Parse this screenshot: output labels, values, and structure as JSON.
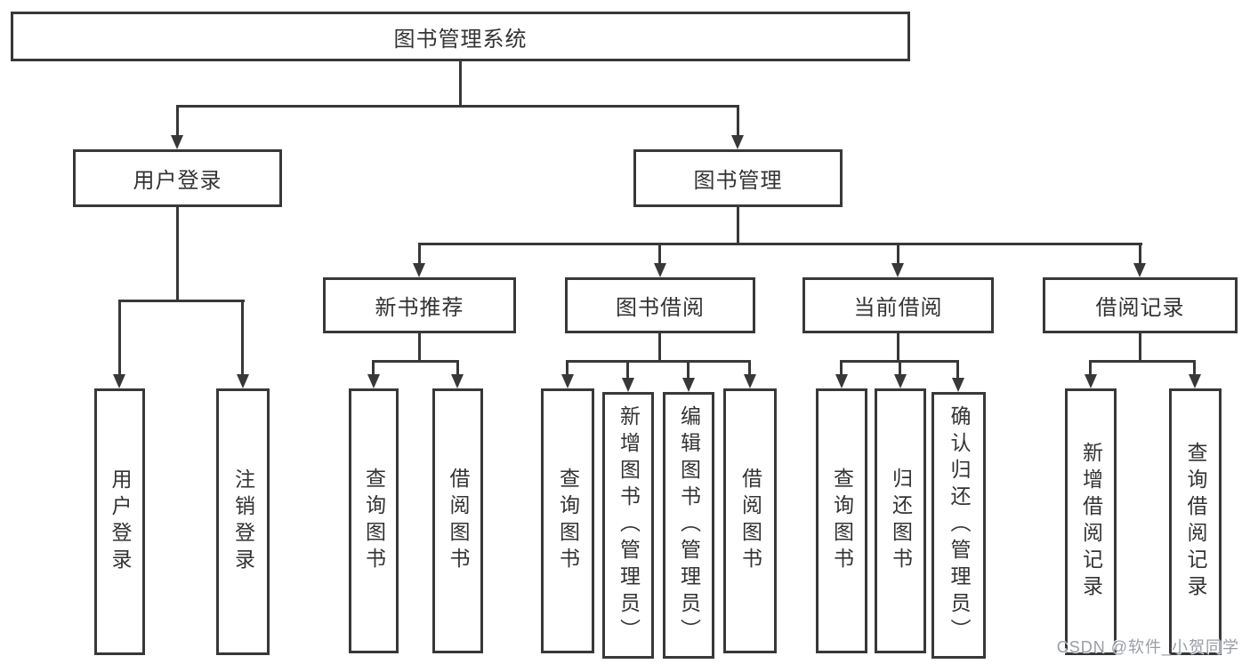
{
  "tree": {
    "label": "图书管理系统",
    "children": [
      {
        "label": "用户登录",
        "children": [
          {
            "label": "用户登录"
          },
          {
            "label": "注销登录"
          }
        ]
      },
      {
        "label": "图书管理",
        "children": [
          {
            "label": "新书推荐",
            "children": [
              {
                "label": "查询图书"
              },
              {
                "label": "借阅图书"
              }
            ]
          },
          {
            "label": "图书借阅",
            "children": [
              {
                "label": "查询图书"
              },
              {
                "label": "新增图书（管理员）"
              },
              {
                "label": "编辑图书（管理员）"
              },
              {
                "label": "借阅图书"
              }
            ]
          },
          {
            "label": "当前借阅",
            "children": [
              {
                "label": "查询图书"
              },
              {
                "label": "归还图书"
              },
              {
                "label": "确认归还（管理员）"
              }
            ]
          },
          {
            "label": "借阅记录",
            "children": [
              {
                "label": "新增借阅记录"
              },
              {
                "label": "查询借阅记录"
              }
            ]
          }
        ]
      }
    ]
  },
  "colors": {
    "line": "#383838",
    "text": "#333333",
    "background": "#ffffff",
    "watermark": "#999ea6"
  },
  "watermark": {
    "text": "CSDN @软件_小贺同学"
  }
}
